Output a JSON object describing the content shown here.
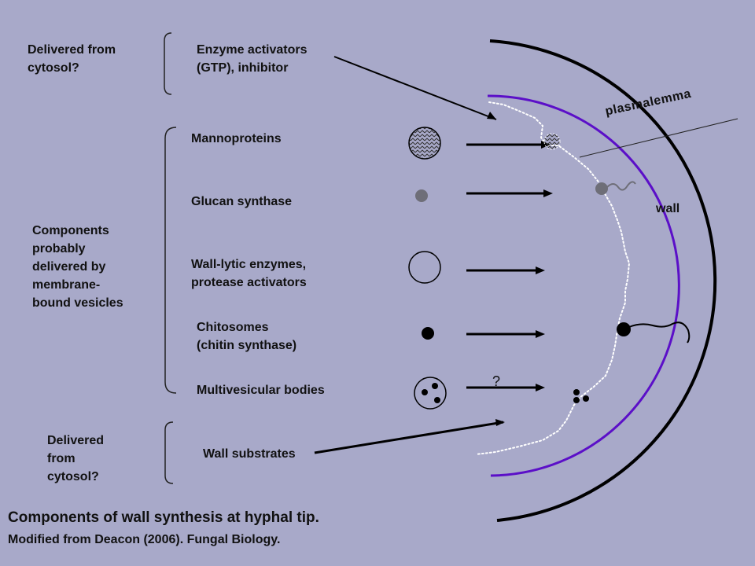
{
  "left_labels": {
    "delivered_top": "Delivered from\ncytosol?",
    "components": "Components\nprobably\ndelivered by\nmembrane-\nbound vesicles",
    "delivered_bottom": "Delivered\nfrom\ncytosol?"
  },
  "items": {
    "enzyme_activators": "Enzyme activators\n(GTP), inhibitor",
    "mannoproteins": "Mannoproteins",
    "glucan_synthase": "Glucan synthase",
    "wall_lytic": "Wall-lytic enzymes,\nprotease activators",
    "chitosomes": "Chitosomes\n(chitin synthase)",
    "multivesicular": "Multivesicular bodies",
    "wall_substrates": "Wall substrates"
  },
  "structure_labels": {
    "plasmalemma": "plasmalemma",
    "wall": "wall",
    "question": "?"
  },
  "caption": {
    "title": "Components of wall synthesis at hyphal tip.",
    "source": "Modified from Deacon (2006).  Fungal Biology."
  },
  "colors": {
    "background": "#A8A9C9",
    "plasmalemma_line": "#5B0FC8",
    "wall_line": "#000000",
    "glucan_vesicle": "#6E6E78"
  }
}
